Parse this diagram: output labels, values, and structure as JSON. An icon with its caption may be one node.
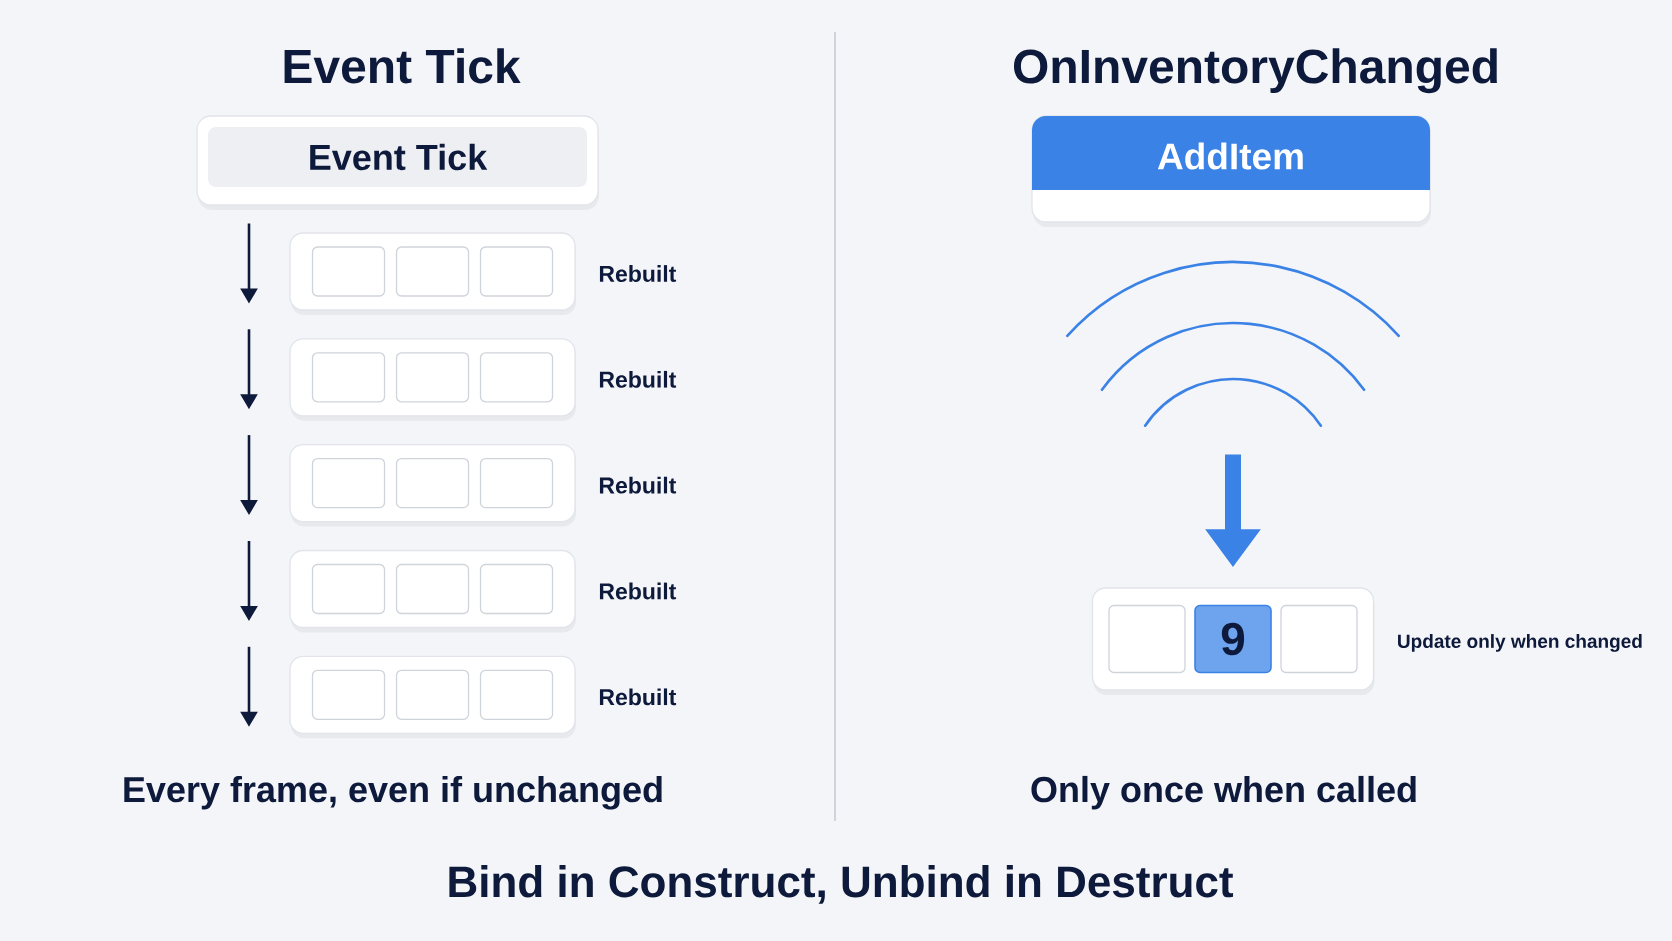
{
  "diagram": {
    "caption": "Bind in Construct, Unbind in Destruct",
    "nodes": [
      {
        "text": [
          "Event Tick"
        ]
      },
      {
        "text": [],
        "shape": "box",
        "beside": [
          "Rebuilt"
        ]
      },
      {
        "text": [],
        "shape": "box",
        "in": 1
      },
      {
        "text": [],
        "shape": "box",
        "in": 1
      },
      {
        "text": [],
        "shape": "box",
        "in": 1
      },
      {
        "text": [],
        "shape": "box",
        "beside": [
          "Rebuilt"
        ]
      },
      {
        "text": [],
        "shape": "box",
        "in": 5
      },
      {
        "text": [],
        "shape": "box",
        "in": 5
      },
      {
        "text": [],
        "shape": "box",
        "in": 5
      },
      {
        "text": [],
        "shape": "box",
        "beside": [
          "Rebuilt"
        ]
      },
      {
        "text": [],
        "shape": "box",
        "in": 9
      },
      {
        "text": [],
        "shape": "box",
        "in": 9
      },
      {
        "text": [],
        "shape": "box",
        "in": 9
      },
      {
        "text": [],
        "shape": "box",
        "beside": [
          "Rebuilt"
        ]
      },
      {
        "text": [],
        "shape": "box",
        "in": 13
      },
      {
        "text": [],
        "shape": "box",
        "in": 13
      },
      {
        "text": [],
        "shape": "box",
        "in": 13
      },
      {
        "text": [],
        "shape": "box",
        "beside": [
          "Rebuilt"
        ]
      },
      {
        "text": [],
        "shape": "box",
        "in": 17
      },
      {
        "text": [],
        "shape": "box",
        "in": 17
      },
      {
        "text": [],
        "shape": "box",
        "in": 17
      },
      {
        "text": [
          "AddItem"
        ]
      },
      {
        "text": [],
        "shape": "picture"
      },
      {
        "text": [],
        "shape": "box",
        "beside": [
          "Update only when changed"
        ]
      },
      {
        "text": [],
        "shape": "box",
        "in": 23
      },
      {
        "text": [
          "9"
        ],
        "in": 23
      },
      {
        "text": [],
        "shape": "box",
        "in": 23
      }
    ],
    "edges": [
      {
        "from": 22,
        "to": 23,
        "arrow": "to",
        "color": "#3b82e6"
      }
    ],
    "labels": [
      "Event Tick",
      "OnInventoryChanged",
      "Every frame, even if unchanged",
      "Only once when called"
    ]
  }
}
